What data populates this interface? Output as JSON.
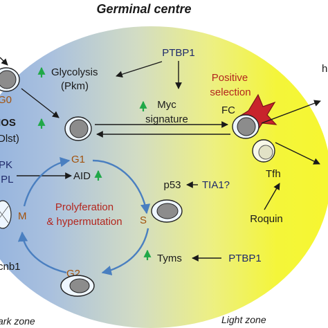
{
  "title": "Germinal centre",
  "zones": {
    "dark": "ark zone",
    "light": "Light zone"
  },
  "cells": {
    "g0": "G0",
    "g1": "G1",
    "s": "S",
    "m": "M",
    "g2": "G2",
    "fc": "FC",
    "tfh": "Tfh"
  },
  "left_labels": {
    "ios": "IOS",
    "dlst": "Dlst)",
    "pk": "PK",
    "ipl": "IPL",
    "cnb1": "cnb1"
  },
  "right_labels": {
    "h": "h"
  },
  "processes": {
    "glycolysis_line1": "Glycolysis",
    "glycolysis_line2": "(Pkm)",
    "myc_line1": "Myc",
    "myc_line2": "signature",
    "aid": "AID",
    "p53": "p53",
    "tia1": "TIA1?",
    "tyms": "Tyms",
    "roquin": "Roquin",
    "ptbp1_top": "PTBP1",
    "ptbp1_bottom": "PTBP1"
  },
  "phases": {
    "positive_line1": "Positive",
    "positive_line2": "selection",
    "prolif_line1": "Prolyferation",
    "prolif_line2": "& hypermutation"
  },
  "colors": {
    "dark_zone": "#8fb0de",
    "light_zone": "#f4f53a",
    "cycle_arrow": "#4a7fc0",
    "up_arrow": "#20a848",
    "fdc": "#c8242c",
    "nucleus": "#8c8c8c",
    "navy_text": "#1f2a6b",
    "red_text": "#b3261e",
    "phase_text": "#a2520c"
  },
  "icons": [
    "up-arrow-icon",
    "fdc-star-icon",
    "cell-icon",
    "cycle-arrow-icon"
  ]
}
